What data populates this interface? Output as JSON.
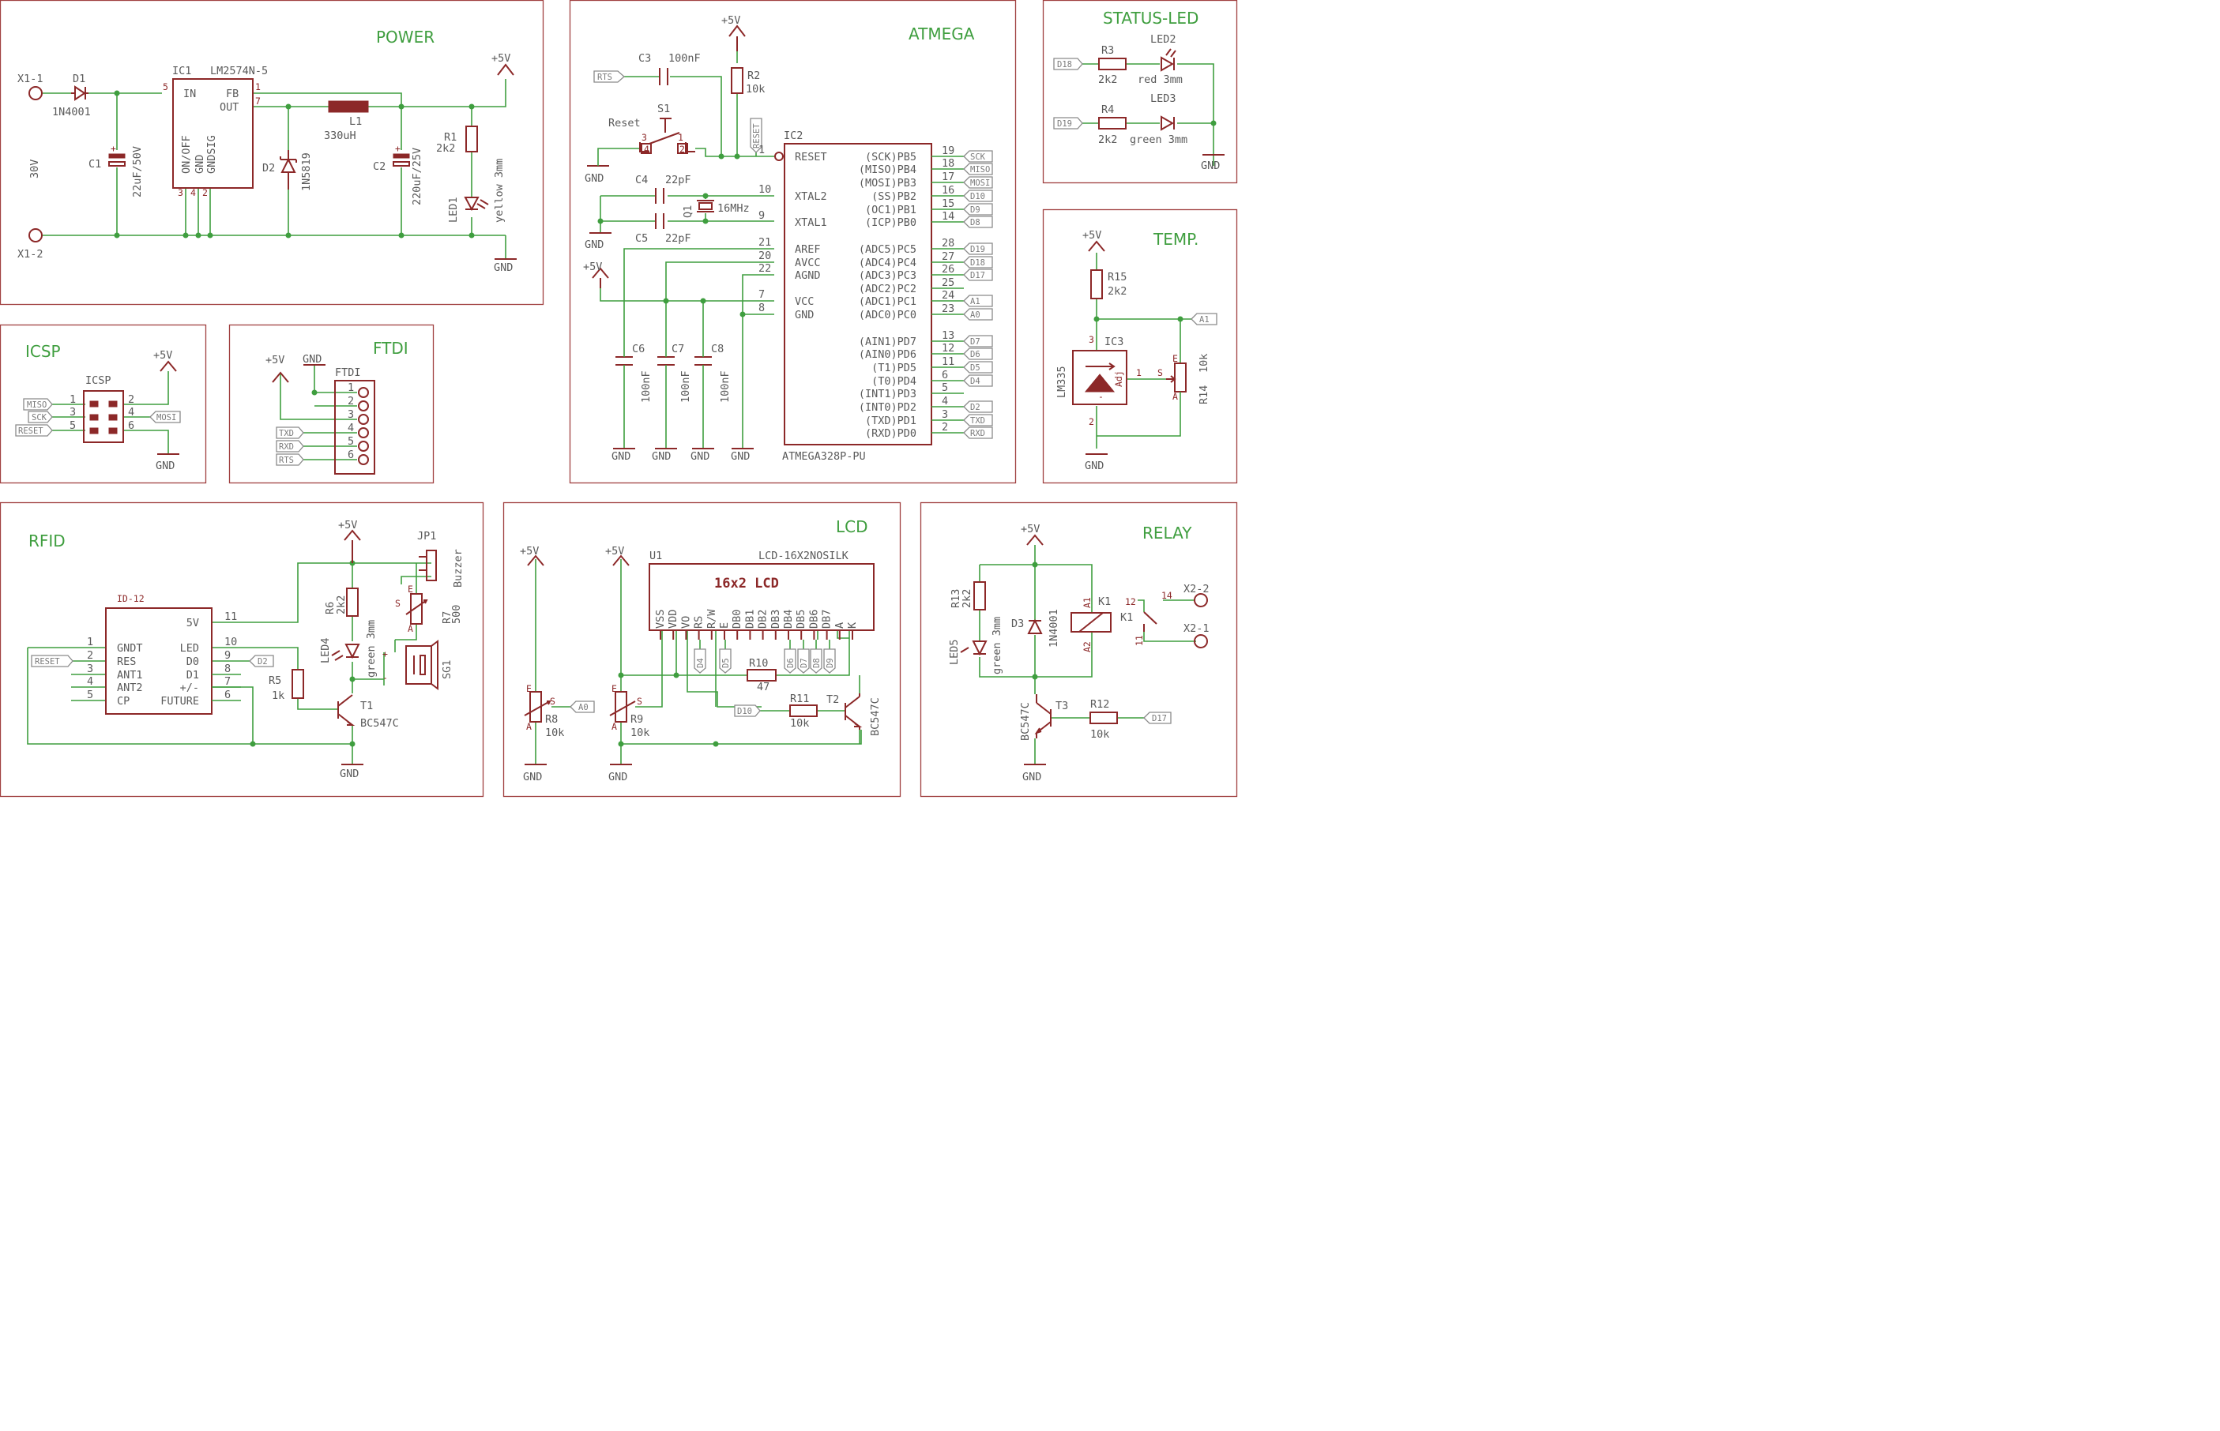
{
  "sections": {
    "power": "POWER",
    "atmega": "ATMEGA",
    "status_led": "STATUS-LED",
    "temp": "TEMP.",
    "icsp": "ICSP",
    "ftdi": "FTDI",
    "rfid": "RFID",
    "lcd": "LCD",
    "relay": "RELAY"
  },
  "power": {
    "x1_1": "X1-1",
    "x1_2": "X1-2",
    "v30": "30V",
    "d1": "D1",
    "d1_val": "1N4001",
    "c1": "C1",
    "c1_val": "22uF/50V",
    "ic1": "IC1",
    "ic1_val": "LM2574N-5",
    "ic1_in": "IN",
    "ic1_fb": "FB",
    "ic1_out": "OUT",
    "ic1_onoff": "ON/OFF",
    "ic1_gnd": "GND",
    "ic1_gndsig": "GNDSIG",
    "pin5": "5",
    "pin1": "1",
    "pin7": "7",
    "pin3": "3",
    "pin4": "4",
    "pin2": "2",
    "d2": "D2",
    "d2_val": "1N5819",
    "l1": "L1",
    "l1_val": "330uH",
    "c2": "C2",
    "c2_val": "220uF/25V",
    "r1": "R1",
    "r1_val": "2k2",
    "led1": "LED1",
    "led1_val": "yellow 3mm",
    "p5v": "+5V",
    "gnd": "GND"
  },
  "atmega": {
    "rts": "RTS",
    "c3": "C3",
    "c3_val": "100nF",
    "r2": "R2",
    "r2_val": "10k",
    "p5v": "+5V",
    "s1": "S1",
    "reset_sw": "Reset",
    "sw3": "3",
    "sw4": "4",
    "sw1": "1",
    "sw2": "2",
    "reset_lbl": "RESET",
    "c4": "C4",
    "c4_val": "22pF",
    "c5": "C5",
    "c5_val": "22pF",
    "q1": "Q1",
    "q1_val": "16MHz",
    "gnd": "GND",
    "p5v2": "+5V",
    "c6": "C6",
    "c7": "C7",
    "c8": "C8",
    "cap100n": "100nF",
    "ic2": "IC2",
    "ic2_val": "ATMEGA328P-PU",
    "left_pins": [
      {
        "num": "1",
        "name": "RESET"
      },
      {
        "num": "10",
        "name": "XTAL2"
      },
      {
        "num": "9",
        "name": "XTAL1"
      },
      {
        "num": "21",
        "name": "AREF"
      },
      {
        "num": "20",
        "name": "AVCC"
      },
      {
        "num": "22",
        "name": "AGND"
      },
      {
        "num": "7",
        "name": "VCC"
      },
      {
        "num": "8",
        "name": "GND"
      }
    ],
    "right_pins": [
      {
        "num": "19",
        "name": "(SCK)PB5",
        "net": "SCK"
      },
      {
        "num": "18",
        "name": "(MISO)PB4",
        "net": "MISO"
      },
      {
        "num": "17",
        "name": "(MOSI)PB3",
        "net": "MOSI"
      },
      {
        "num": "16",
        "name": "(SS)PB2",
        "net": "D10"
      },
      {
        "num": "15",
        "name": "(OC1)PB1",
        "net": "D9"
      },
      {
        "num": "14",
        "name": "(ICP)PB0",
        "net": "D8"
      },
      {
        "num": "28",
        "name": "(ADC5)PC5",
        "net": "D19"
      },
      {
        "num": "27",
        "name": "(ADC4)PC4",
        "net": "D18"
      },
      {
        "num": "26",
        "name": "(ADC3)PC3",
        "net": "D17"
      },
      {
        "num": "25",
        "name": "(ADC2)PC2",
        "net": ""
      },
      {
        "num": "24",
        "name": "(ADC1)PC1",
        "net": "A1"
      },
      {
        "num": "23",
        "name": "(ADC0)PC0",
        "net": "A0"
      },
      {
        "num": "13",
        "name": "(AIN1)PD7",
        "net": "D7"
      },
      {
        "num": "12",
        "name": "(AIN0)PD6",
        "net": "D6"
      },
      {
        "num": "11",
        "name": "(T1)PD5",
        "net": "D5"
      },
      {
        "num": "6",
        "name": "(T0)PD4",
        "net": "D4"
      },
      {
        "num": "5",
        "name": "(INT1)PD3",
        "net": ""
      },
      {
        "num": "4",
        "name": "(INT0)PD2",
        "net": "D2"
      },
      {
        "num": "3",
        "name": "(TXD)PD1",
        "net": "TXD"
      },
      {
        "num": "2",
        "name": "(RXD)PD0",
        "net": "RXD"
      }
    ]
  },
  "status": {
    "d18": "D18",
    "d19": "D19",
    "r3": "R3",
    "r3_val": "2k2",
    "r4": "R4",
    "r4_val": "2k2",
    "led2": "LED2",
    "led2_val": "red 3mm",
    "led3": "LED3",
    "led3_val": "green 3mm",
    "gnd": "GND"
  },
  "temp": {
    "p5v": "+5V",
    "r15": "R15",
    "r15_val": "2k2",
    "ic3": "IC3",
    "lm335": "LM335",
    "adj": "Adj",
    "pin3": "3",
    "pin1": "1",
    "pin2": "2",
    "s": "S",
    "a": "A",
    "e": "E",
    "r14": "R14",
    "r14_val": "10k",
    "a1": "A1",
    "gnd": "GND"
  },
  "icsp": {
    "ref": "ICSP",
    "p5v": "+5V",
    "gnd": "GND",
    "miso": "MISO",
    "sck": "SCK",
    "reset": "RESET",
    "mosi": "MOSI",
    "pins": [
      "1",
      "2",
      "3",
      "4",
      "5",
      "6"
    ]
  },
  "ftdi": {
    "p5v": "+5V",
    "gnd": "GND",
    "ref": "FTDI",
    "txd": "TXD",
    "rxd": "RXD",
    "rts": "RTS",
    "pins": [
      "1",
      "2",
      "3",
      "4",
      "5",
      "6"
    ]
  },
  "rfid": {
    "p5v": "+5V",
    "id12": "ID-12",
    "left": [
      {
        "num": "1",
        "name": "GNDT"
      },
      {
        "num": "2",
        "name": "RES"
      },
      {
        "num": "3",
        "name": "ANT1"
      },
      {
        "num": "4",
        "name": "ANT2"
      },
      {
        "num": "5",
        "name": "CP"
      }
    ],
    "right": [
      {
        "num": "11",
        "name": "5V"
      },
      {
        "num": "10",
        "name": "LED"
      },
      {
        "num": "9",
        "name": "D0"
      },
      {
        "num": "8",
        "name": "D1"
      },
      {
        "num": "7",
        "name": "+/-"
      },
      {
        "num": "6",
        "name": "FUTURE"
      }
    ],
    "reset": "RESET",
    "d2": "D2",
    "r6": "R6",
    "r6_val": "2k2",
    "led4": "LED4",
    "led4_val": "green 3mm",
    "r5": "R5",
    "r5_val": "1k",
    "t1": "T1",
    "t1_val": "BC547C",
    "jp1": "JP1",
    "buzzer": "Buzzer",
    "r7": "R7",
    "r7_val": "500",
    "s": "S",
    "e": "E",
    "a": "A",
    "sg1": "SG1",
    "plus": "+",
    "minus": "-",
    "gnd": "GND"
  },
  "lcd": {
    "p5v": "+5V",
    "r8": "R8",
    "r8_val": "10k",
    "a0": "A0",
    "r9": "R9",
    "r9_val": "10k",
    "s": "S",
    "e": "E",
    "a": "A",
    "u1": "U1",
    "u1_val": "LCD-16X2NOSILK",
    "panel": "16x2 LCD",
    "pins": [
      "VSS",
      "VDD",
      "VO",
      "RS",
      "R/W",
      "E",
      "DB0",
      "DB1",
      "DB2",
      "DB3",
      "DB4",
      "DB5",
      "DB6",
      "DB7",
      "A",
      "K"
    ],
    "d4": "D4",
    "d5": "D5",
    "d6": "D6",
    "d7": "D7",
    "d8": "D8",
    "d9": "D9",
    "r10": "R10",
    "r10_val": "47",
    "d10": "D10",
    "r11": "R11",
    "r11_val": "10k",
    "t2": "T2",
    "t2_val": "BC547C",
    "gnd": "GND"
  },
  "relay": {
    "p5v": "+5V",
    "r13": "R13",
    "r13_val": "2k2",
    "led5": "LED5",
    "led5_val": "green 3mm",
    "d3": "D3",
    "d3_val": "1N4001",
    "k1": "K1",
    "a1": "A1",
    "a2": "A2",
    "p12": "12",
    "p14": "14",
    "p11": "11",
    "x2_2": "X2-2",
    "x2_1": "X2-1",
    "t3": "T3",
    "t3_val": "BC547C",
    "r12": "R12",
    "r12_val": "10k",
    "d17": "D17",
    "gnd": "GND"
  }
}
